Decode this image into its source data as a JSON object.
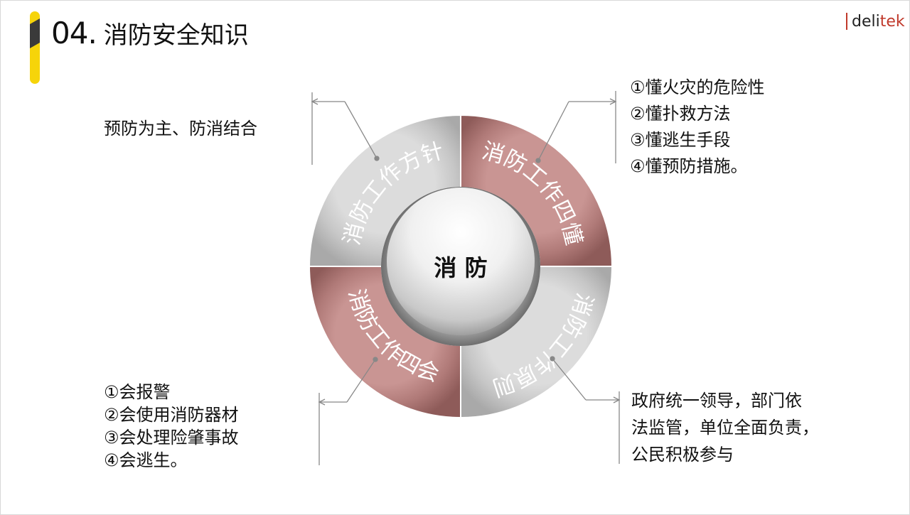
{
  "header": {
    "number": "04.",
    "title": "消防安全知识"
  },
  "logo": {
    "part1": "deli",
    "part2": "tek"
  },
  "center": {
    "label": "消 防"
  },
  "segments": {
    "top_left": "消防工作方针",
    "top_right": "消防工作四懂",
    "bottom_left": "消防工作四会",
    "bottom_right": "消防工作原则"
  },
  "notes": {
    "top_left": [
      "预防为主、防消结合"
    ],
    "top_right": [
      "①懂火灾的危险性",
      "②懂扑救方法",
      "③懂逃生手段",
      "④懂预防措施。"
    ],
    "bottom_left": [
      "①会报警",
      "②会使用消防器材",
      "③会处理险肇事故",
      "④会逃生。"
    ],
    "bottom_right": [
      "政府统一领导，部门依",
      "法监管，单位全面负责，",
      "公民积极参与"
    ]
  },
  "colors": {
    "gray_segment": "#c4c4c4",
    "red_segment": "#b07a78",
    "accent_yellow": "#f6d40a",
    "logo_red": "#c0392b"
  }
}
